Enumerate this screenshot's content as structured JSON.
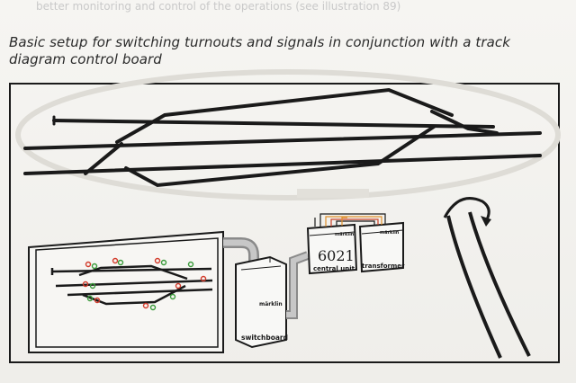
{
  "header_text": "better monitoring and control of the operations (see illustration 89)",
  "caption": {
    "line1": "Basic setup for switching turnouts and signals in conjunction with a track",
    "line2": "diagram control board"
  },
  "components": {
    "switchboard": {
      "label": "switchboard",
      "brand": "märklin"
    },
    "central_unit": {
      "label": "central unit",
      "brand": "märklin",
      "handwritten_number": "6021"
    },
    "transformer": {
      "label": "transformer",
      "brand": "märklin"
    }
  },
  "colors": {
    "ink": "#1a1a1a",
    "signal_red": "#d23a2a",
    "signal_green": "#3a9a3a",
    "wire_orange": "#e0902a",
    "cable_gray": "#9a9a9a"
  }
}
